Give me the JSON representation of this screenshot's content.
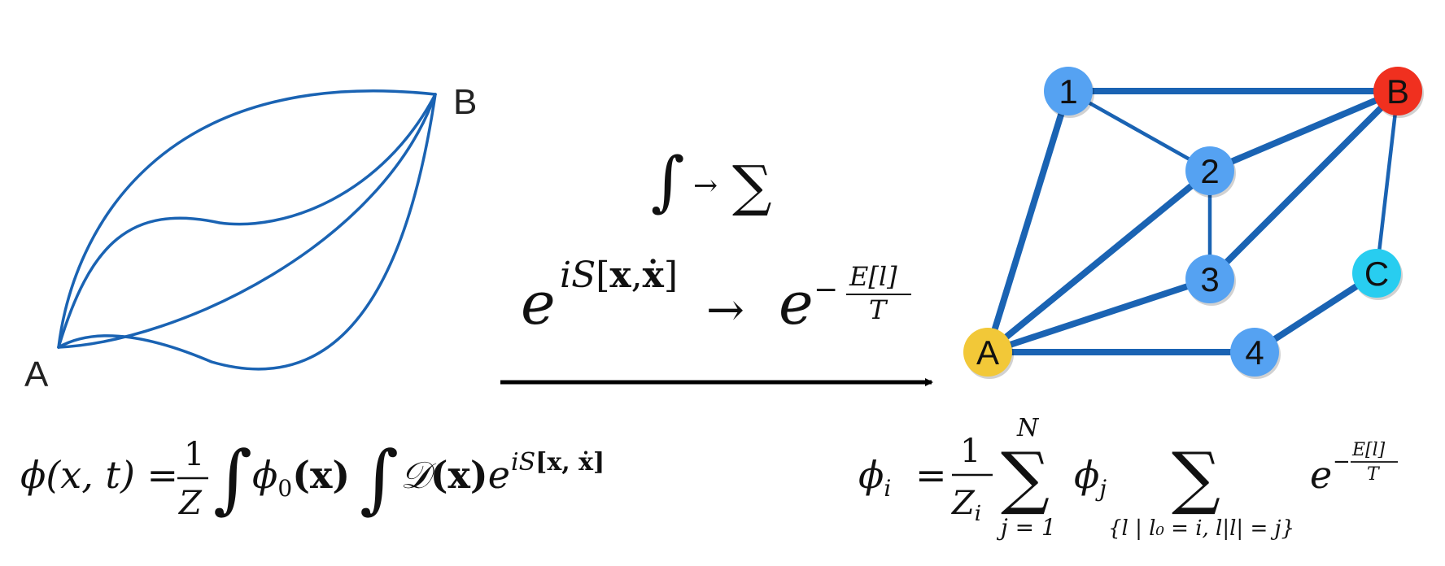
{
  "colors": {
    "path": "#1a63b3",
    "edge": "#1a63b3",
    "arrow": "#000000",
    "node_blue": "#55a2f2",
    "node_A": "#f2c838",
    "node_B": "#f0301f",
    "node_C": "#28cdf0",
    "node_text": "#111111"
  },
  "left_diagram": {
    "label_A": "A",
    "label_B": "B"
  },
  "middle": {
    "integral_to_sum": {
      "integral": "∫",
      "arrow": "→",
      "sum": "∑"
    },
    "weight_map": {
      "base_e": "e",
      "exp_i": "i",
      "exp_S": "S",
      "exp_bracket_open": "[",
      "exp_x": "x",
      "exp_comma": ",",
      "exp_xdot": "ẋ",
      "exp_bracket_close": "]",
      "arrow": "→",
      "target_e": "e",
      "minus": "−",
      "frac_num": "E[l]",
      "frac_den": "T"
    }
  },
  "graph": {
    "nodes": [
      {
        "id": "1",
        "label": "1",
        "kind": "blue"
      },
      {
        "id": "B",
        "label": "B",
        "kind": "B"
      },
      {
        "id": "2",
        "label": "2",
        "kind": "blue"
      },
      {
        "id": "3",
        "label": "3",
        "kind": "blue"
      },
      {
        "id": "C",
        "label": "C",
        "kind": "C"
      },
      {
        "id": "A",
        "label": "A",
        "kind": "A"
      },
      {
        "id": "4",
        "label": "4",
        "kind": "blue"
      }
    ],
    "edges": [
      {
        "from": "1",
        "to": "B",
        "weight": "thick"
      },
      {
        "from": "1",
        "to": "A",
        "weight": "thick"
      },
      {
        "from": "1",
        "to": "2",
        "weight": "thin"
      },
      {
        "from": "2",
        "to": "B",
        "weight": "thick"
      },
      {
        "from": "2",
        "to": "A",
        "weight": "thick"
      },
      {
        "from": "2",
        "to": "3",
        "weight": "thin"
      },
      {
        "from": "3",
        "to": "B",
        "weight": "thick"
      },
      {
        "from": "3",
        "to": "A",
        "weight": "thick"
      },
      {
        "from": "B",
        "to": "C",
        "weight": "thin"
      },
      {
        "from": "C",
        "to": "4",
        "weight": "thick"
      },
      {
        "from": "A",
        "to": "4",
        "weight": "thick"
      }
    ]
  },
  "formula_left": {
    "phi": "ϕ",
    "args": "(x, t) =",
    "frac_num": "1",
    "frac_den": "Z",
    "integral": "∫",
    "phi0": "ϕ",
    "phi0_sub": "0",
    "phi0_arg": "(x)",
    "integral2": "∫",
    "D": "𝒟",
    "D_arg": "(x)",
    "e": "e",
    "exp_i": "i",
    "exp_S": "S",
    "exp_rest": "[x, ẋ]"
  },
  "formula_right": {
    "phi": "ϕ",
    "phi_sub": "i",
    "equals": "=",
    "frac_num": "1",
    "frac_den": "Z",
    "frac_den_sub": "i",
    "sum": "∑",
    "sum_top": "N",
    "sum_bottom": "j = 1",
    "phi_j": "ϕ",
    "phi_j_sub": "j",
    "sum2": "∑",
    "sum2_bottom": "{l | l₀ = i, l|l| = j}",
    "e": "e",
    "exp_minus": "−",
    "exp_num": "E[l]",
    "exp_den": "T"
  }
}
